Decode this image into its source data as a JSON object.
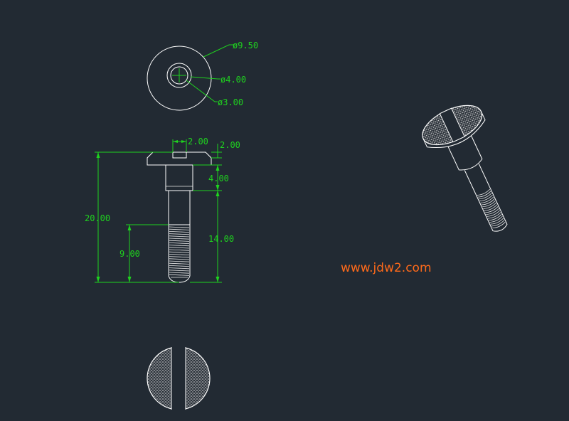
{
  "drawing": {
    "top_view_dims": {
      "d_outer": "ø9.50",
      "d_mid": "ø4.00",
      "d_inner": "ø3.00"
    },
    "front_view_dims": {
      "slot_width": "2.00",
      "head_height": "2.00",
      "shoulder_length": "4.00",
      "overall_length": "20.00",
      "shank_length": "14.00",
      "thread_length": "9.00"
    },
    "watermark": "www.jdw2.com",
    "colors": {
      "background": "#222a33",
      "geometry": "#ffffff",
      "dimension": "#1fd21f",
      "watermark": "#ff6a1a"
    }
  }
}
